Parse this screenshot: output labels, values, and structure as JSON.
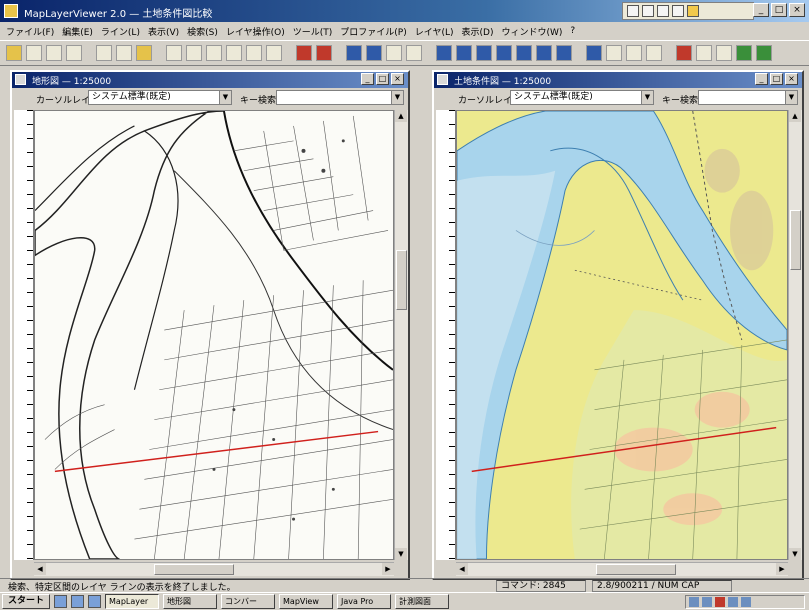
{
  "window": {
    "title": "MapLayerViewer 2.0 — 土地条件図比較",
    "tray_tools": [
      "line-tool-icon",
      "pencil-icon",
      "select-icon",
      "save-icon",
      "help-icon"
    ]
  },
  "menu": [
    "ファイル(F)",
    "編集(E)",
    "ライン(L)",
    "表示(V)",
    "検索(S)",
    "レイヤ操作(O)",
    "ツール(T)",
    "プロファイル(P)",
    "レイヤ(L)",
    "表示(D)",
    "ウィンドウ(W)",
    "?"
  ],
  "left_window": {
    "title": "地形図 — 1:25000",
    "layer_label": "カーソルレイヤ",
    "layer_value": "システム標準(既定)",
    "search_label": "キー検索"
  },
  "right_window": {
    "title": "土地条件図 — 1:25000",
    "layer_label": "カーソルレイヤ",
    "layer_value": "システム標準(既定)",
    "search_label": "キー検索"
  },
  "status": {
    "message": "検索、特定区間のレイヤ ラインの表示を終了しました。",
    "cell1": "コマンド: 2845",
    "cell2": "2.8/900211 / NUM CAP"
  },
  "taskbar": {
    "start": "スタート",
    "buttons": [
      "MapLayer",
      "地形図",
      "コンバー",
      "MapView",
      "Java Pro",
      "計測図面"
    ]
  },
  "colors": {
    "titlebar": "#0a246a",
    "profile_line": "#d0201c",
    "river_fill": "#a8d4ec",
    "land_fill": "#ece98e"
  }
}
